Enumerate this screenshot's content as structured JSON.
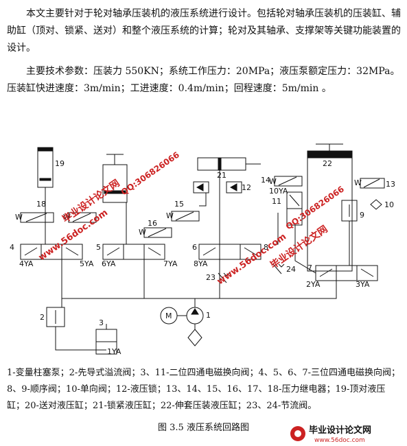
{
  "paragraphs": {
    "p1": "本文主要针对于轮对轴承压装机的液压系统进行设计。包括轮对轴承压装机的压装缸、辅助缸（顶对、锁紧、送对）和整个液压系统的计算；轮对及其轴承、支撑架等关键功能装置的设计。",
    "p2": "主要技术参数：压装力 550KN；系统工作压力：20MPa；液压泵额定压力：32MPa。压装缸快进速度：3m/min；工进速度：0.4m/min；回程速度：5m/min 。"
  },
  "diagram": {
    "labels": {
      "n19": "19",
      "n18": "18",
      "n16": "16",
      "n15": "15",
      "n21": "21",
      "n12": "12",
      "n14": "14",
      "n10ya": "10YA",
      "n11": "11",
      "n22": "22",
      "n13": "13",
      "n10": "10",
      "n4": "4",
      "n5": "5",
      "n6": "6",
      "n8": "8",
      "n24": "24",
      "n7": "7",
      "n9": "9",
      "ya4": "4YA",
      "ya5": "5YA",
      "ya6": "6YA",
      "ya7": "7YA",
      "ya8": "8YA",
      "ya2": "2YA",
      "ya3": "3YA",
      "n23": "23",
      "n2": "2",
      "n3": "3",
      "ya1": "1YA",
      "n1": "1",
      "motor": "M",
      "w": "W"
    },
    "watermarks": {
      "site": "www.56doc.com",
      "site_name": "毕业设计论文网",
      "qq": "QQ:306826066"
    }
  },
  "caption": {
    "legend": "1-变量柱塞泵；2-先导式溢流阀；3、11-二位四通电磁换向阀；4、5、6、7-三位四通电磁换向阀；8、9-顺序阀；10-单向阀；12-液压锁；13、14、15、16、17、18-压力继电器；19-顶对液压缸；20-送对液压缸；21-锁紧液压缸；22-伸套压装液压缸；23、24-节流阀。",
    "figure": "图 3.5  液压系统回路图"
  },
  "logo": {
    "name": "毕业设计论文网",
    "url": "www.56doc.com"
  }
}
